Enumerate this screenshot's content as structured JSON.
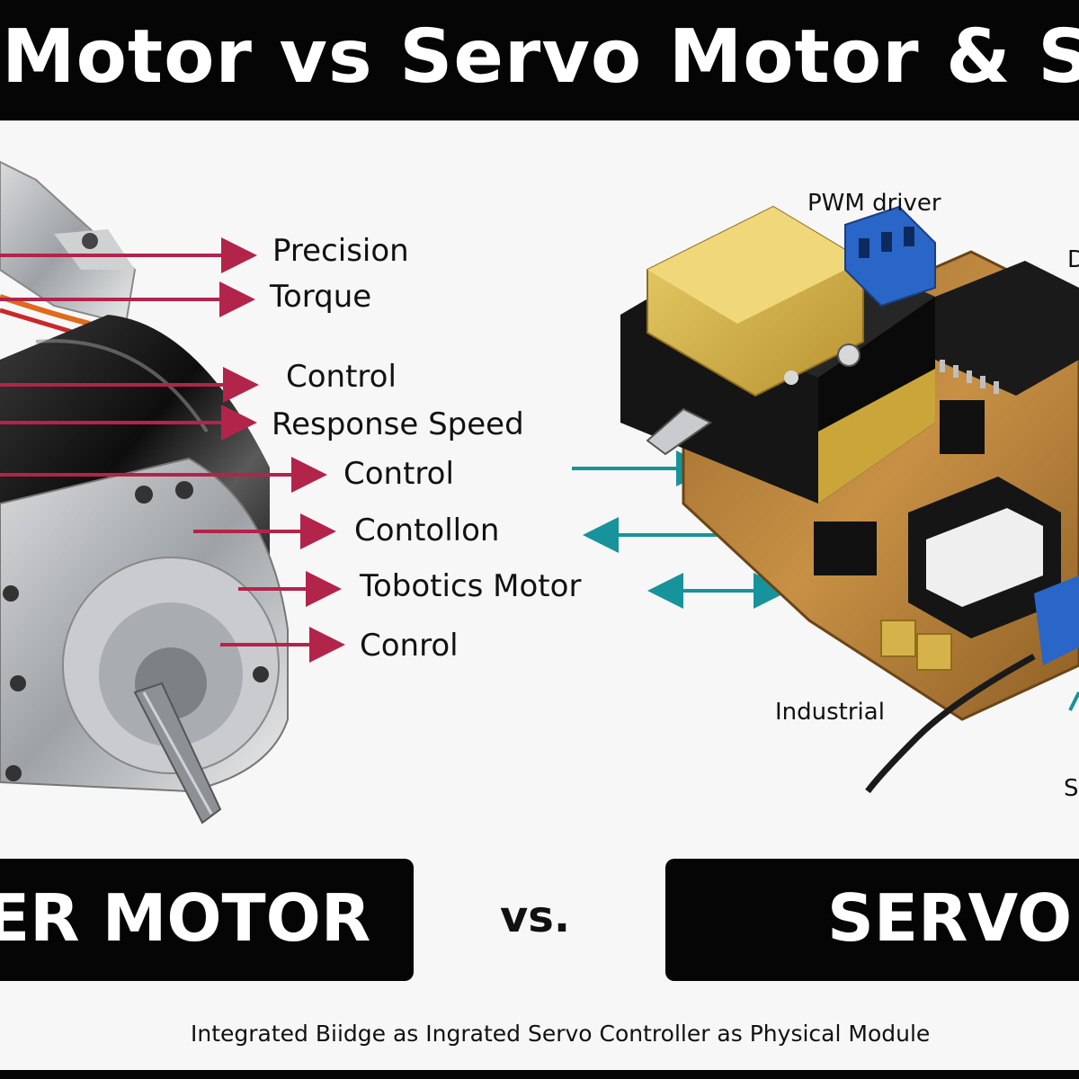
{
  "header": {
    "title": "Motor vs Servo Motor & Step"
  },
  "left_labels": [
    "Precision",
    "Torque",
    "Control",
    "Response Speed",
    "Control",
    "Contollon",
    "Tobotics Motor",
    "Conrol"
  ],
  "right_labels": {
    "pwm_driver": "PWM driver",
    "industrial": "Industrial",
    "edge_d": "D",
    "edge_s": "S"
  },
  "bottom": {
    "left_box": "ER MOTOR",
    "vs": "vs.",
    "right_box": "SERVO M"
  },
  "caption": "Integrated Biidge as Ingrated Servo Controller as Physical Module",
  "colors": {
    "banner": "#050505",
    "left_arrow": "#b2244a",
    "right_arrow": "#17939b",
    "pcb": "#b8813a",
    "relay": "#d9b84a",
    "terminal": "#2a66c7"
  }
}
